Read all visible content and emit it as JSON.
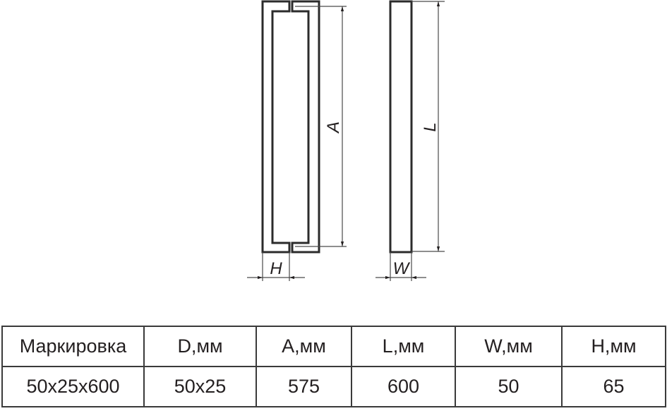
{
  "drawing": {
    "front_view": {
      "dimension_vertical_label": "A",
      "dimension_width_label": "H"
    },
    "side_view": {
      "dimension_vertical_label": "L",
      "dimension_width_label": "W"
    },
    "colors": {
      "outline": "#2b2b2b",
      "dimension_line": "#4a4a4a",
      "background": "#ffffff"
    }
  },
  "table": {
    "headers": [
      "Маркировка",
      "D,мм",
      "A,мм",
      "L,мм",
      "W,мм",
      "H,мм"
    ],
    "rows": [
      [
        "50x25x600",
        "50x25",
        "575",
        "600",
        "50",
        "65"
      ]
    ]
  }
}
